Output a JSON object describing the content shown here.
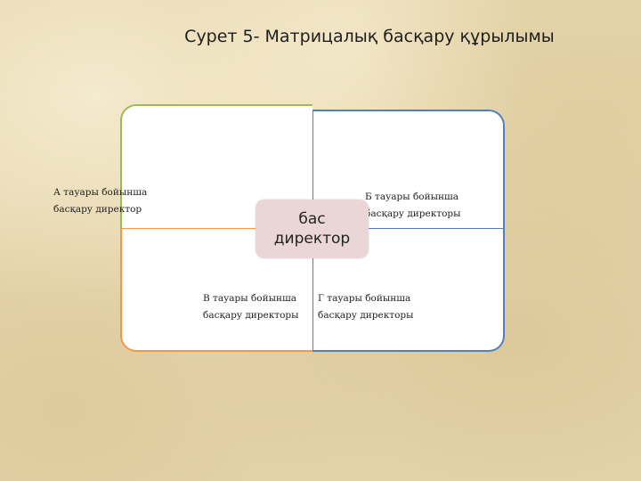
{
  "title": "Сурет 5- Матрицалық басқару құрылымы",
  "diagram": {
    "center": "бас\nдиректор",
    "cells": {
      "top_left": "А тауары бойынша\nбасқару директор",
      "top_right": "Б тауары бойынша\nбасқару директоры",
      "bottom_left": "В тауары бойынша\nбасқару директоры",
      "bottom_right": "Г тауары бойынша\nбасқару директоры"
    },
    "colors": {
      "top_left_border": "#9bbb59",
      "top_right_border": "#4f81bd",
      "bottom_left_border": "#f79646",
      "bottom_right_border": "#4f81bd",
      "center_fill": "#ead6d7"
    }
  }
}
